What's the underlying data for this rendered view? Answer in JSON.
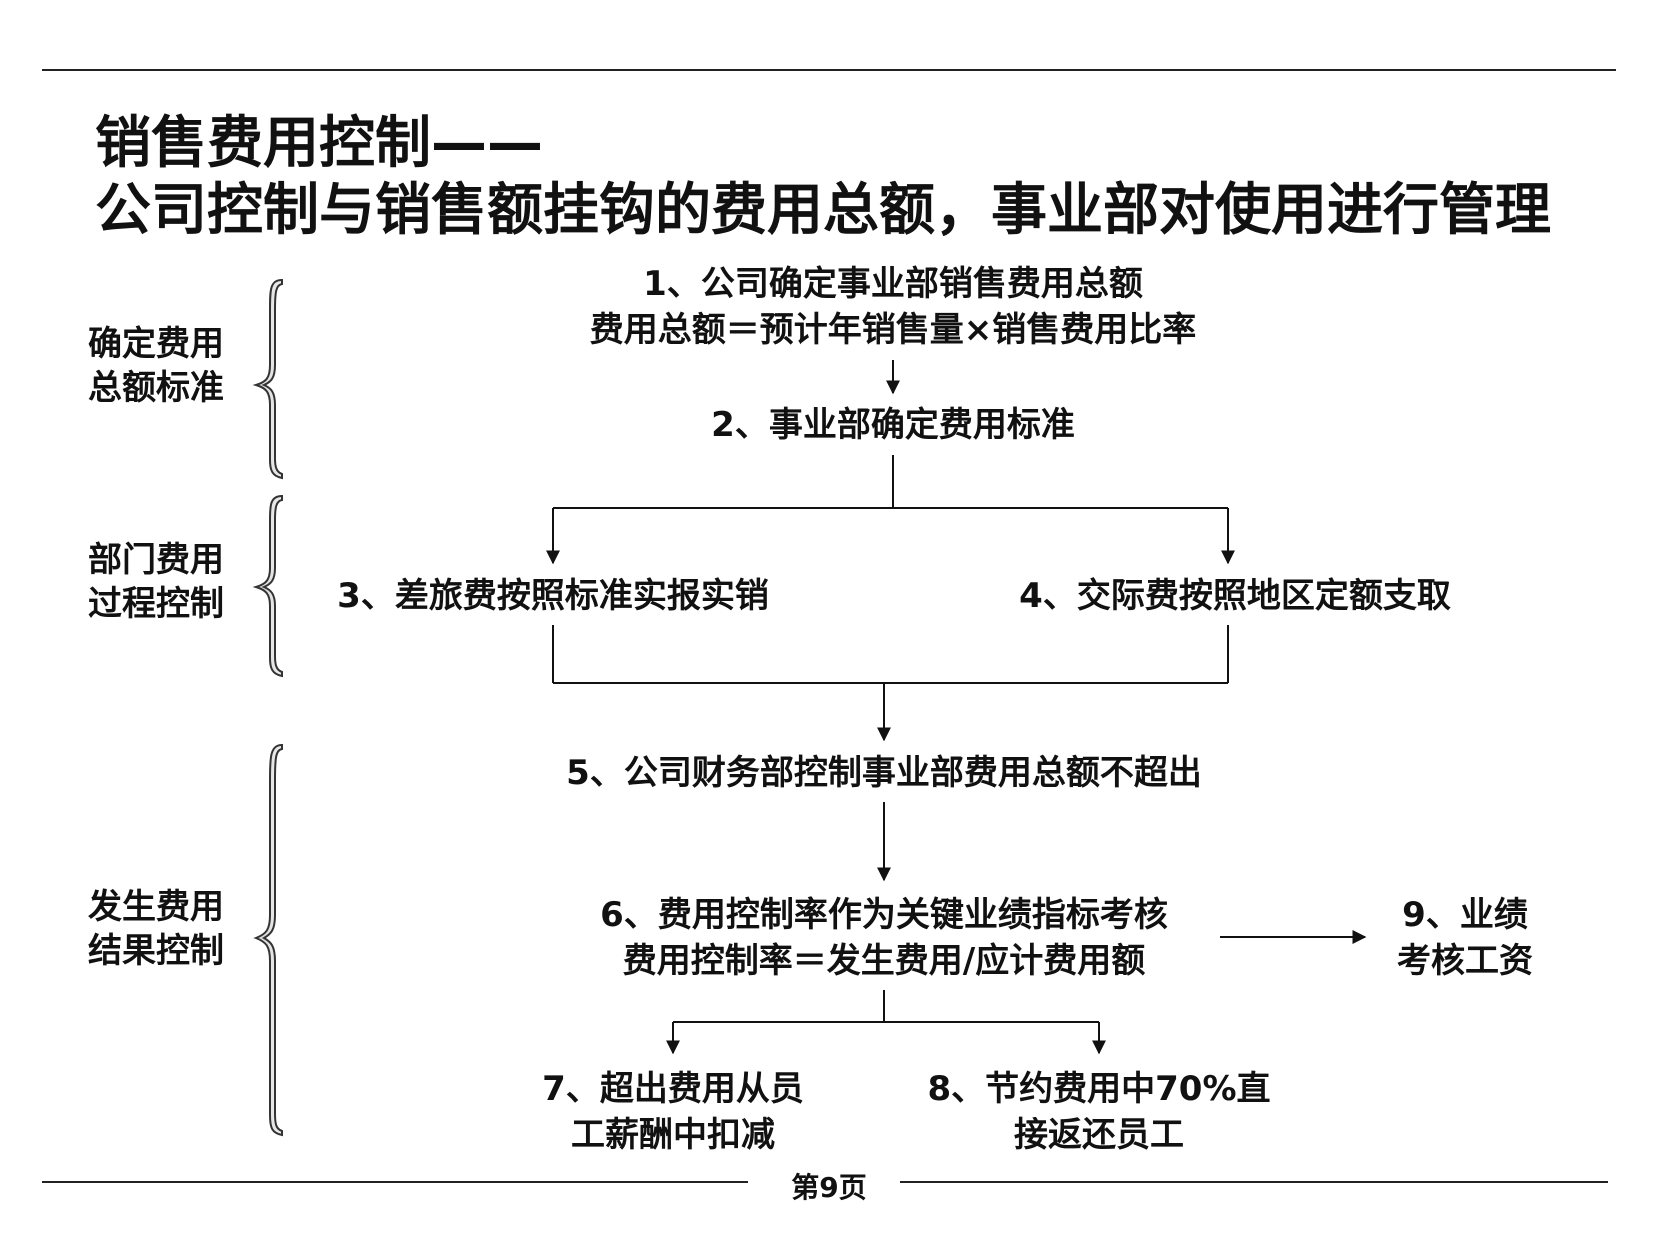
{
  "title": {
    "line1": "销售费用控制——",
    "line2": "公司控制与销售额挂钩的费用总额，事业部对使用进行管理"
  },
  "sections": [
    {
      "line1": "确定费用",
      "line2": "总额标准"
    },
    {
      "line1": "部门费用",
      "line2": "过程控制"
    },
    {
      "line1": "发生费用",
      "line2": "结果控制"
    }
  ],
  "steps": {
    "s1": {
      "line1": "1、公司确定事业部销售费用总额",
      "line2": "费用总额＝预计年销售量×销售费用比率"
    },
    "s2": {
      "line1": "2、事业部确定费用标准"
    },
    "s3": {
      "line1": "3、差旅费按照标准实报实销"
    },
    "s4": {
      "line1": "4、交际费按照地区定额支取"
    },
    "s5": {
      "line1": "5、公司财务部控制事业部费用总额不超出"
    },
    "s6": {
      "line1": "6、费用控制率作为关键业绩指标考核",
      "line2": "费用控制率＝发生费用/应计费用额"
    },
    "s7": {
      "line1": "7、超出费用从员",
      "line2": "工薪酬中扣减"
    },
    "s8": {
      "line1": "8、节约费用中70%直",
      "line2": "接返还员工"
    },
    "s9": {
      "line1": "9、业绩",
      "line2": "考核工资"
    }
  },
  "footer": {
    "page": "第9页"
  }
}
